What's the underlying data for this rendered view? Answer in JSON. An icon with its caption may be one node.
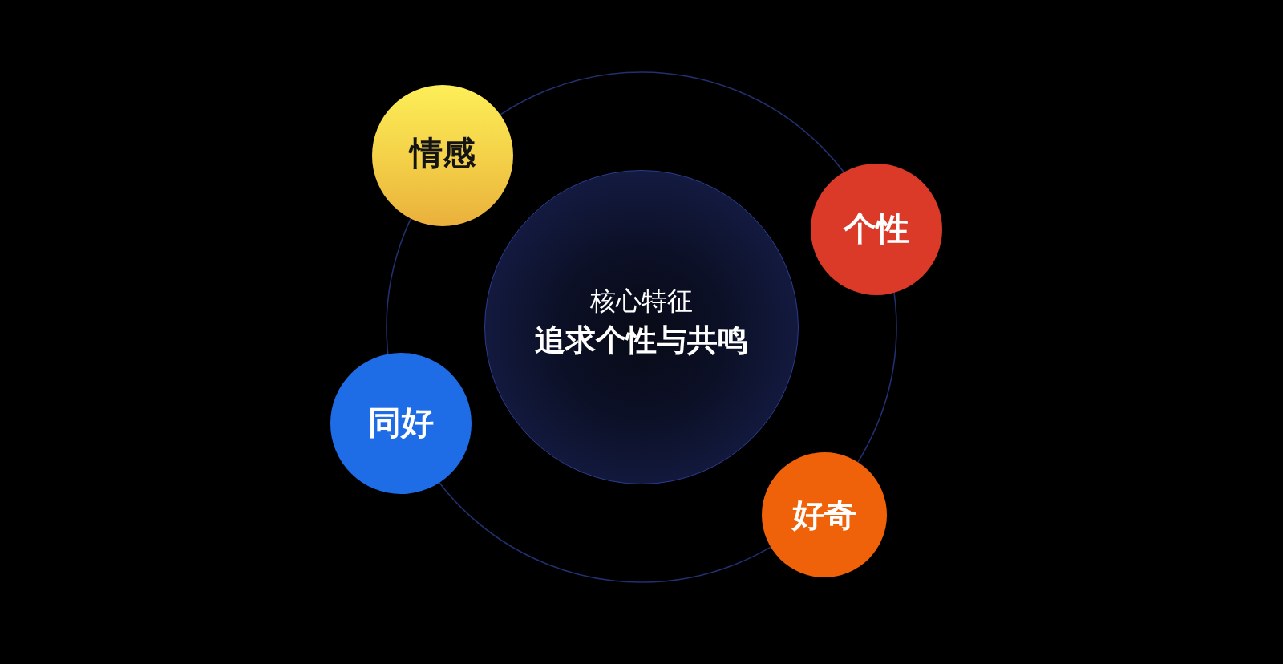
{
  "diagram": {
    "nodes": [
      {
        "text": [
          "情感"
        ]
      },
      {
        "text": [
          "个性"
        ]
      },
      {
        "text": [
          "核心特征",
          "追求个性与共鸣"
        ]
      },
      {
        "text": [
          "同好"
        ]
      },
      {
        "text": [
          "好奇"
        ]
      }
    ]
  }
}
